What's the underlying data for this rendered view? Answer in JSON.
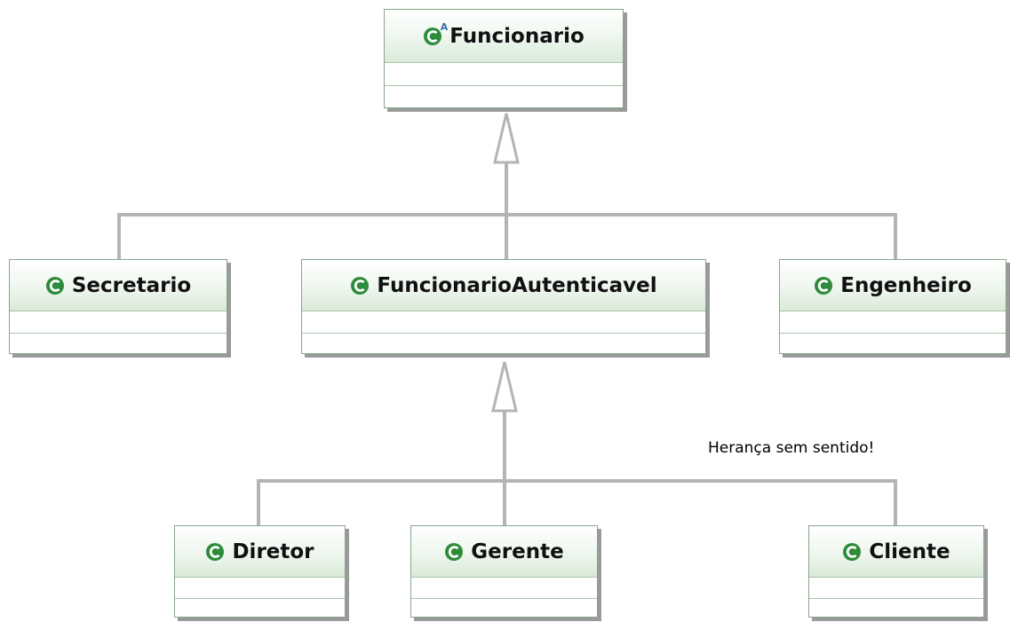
{
  "classes": {
    "funcionario": {
      "name": "Funcionario",
      "abstract": true,
      "icon": "abstract-class-icon"
    },
    "secretario": {
      "name": "Secretario",
      "icon": "class-icon"
    },
    "funcionario_autenticavel": {
      "name": "FuncionarioAutenticavel",
      "icon": "class-icon"
    },
    "engenheiro": {
      "name": "Engenheiro",
      "icon": "class-icon"
    },
    "diretor": {
      "name": "Diretor",
      "icon": "class-icon"
    },
    "gerente": {
      "name": "Gerente",
      "icon": "class-icon"
    },
    "cliente": {
      "name": "Cliente",
      "icon": "class-icon"
    }
  },
  "icon_badges": {
    "abstract": "A"
  },
  "note": {
    "text": "Herança sem sentido!"
  },
  "colors": {
    "class_icon": "#2e8b3a",
    "connector": "#b0b0b0",
    "header_gradient_bottom": "#d9ead8"
  }
}
